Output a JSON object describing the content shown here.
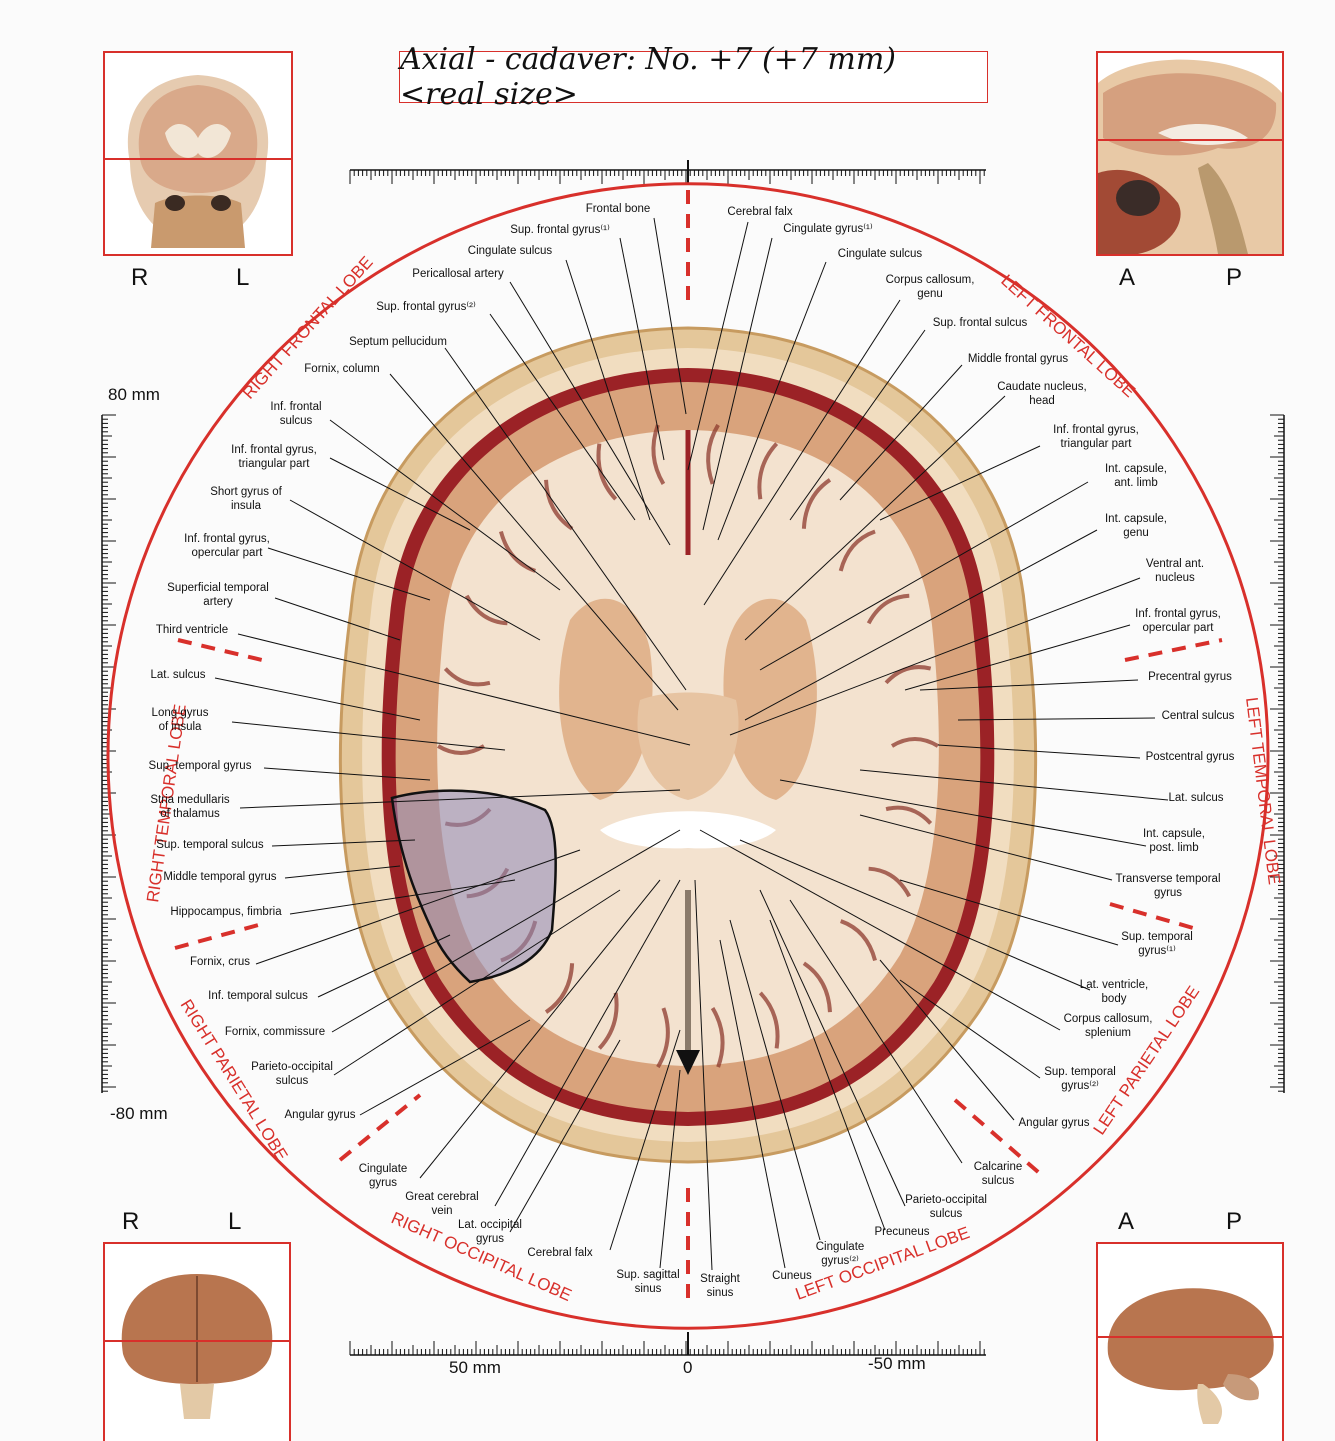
{
  "title": "Axial - cadaver: No. +7 (+7 mm) <real size>",
  "orientation": {
    "top_left": [
      "R",
      "L"
    ],
    "top_right": [
      "A",
      "P"
    ],
    "bottom_left": [
      "R",
      "L"
    ],
    "bottom_right": [
      "A",
      "P"
    ]
  },
  "scale": {
    "vertical_top": "80 mm",
    "vertical_bottom": "-80 mm",
    "horizontal": [
      "50 mm",
      "0",
      "-50 mm"
    ]
  },
  "lobes": {
    "right_frontal": "RIGHT FRONTAL LOBE",
    "left_frontal": "LEFT FRONTAL LOBE",
    "right_temporal": "RIGHT TEMPORAL LOBE",
    "left_temporal": "LEFT TEMPORAL LOBE",
    "right_parietal": "RIGHT PARIETAL LOBE",
    "left_parietal": "LEFT PARIETAL LOBE",
    "right_occipital": "RIGHT OCCIPITAL LOBE",
    "left_occipital": "LEFT OCCIPITAL LOBE"
  },
  "labels": {
    "frontal_bone": "Frontal bone",
    "cerebral_falx_top": "Cerebral falx",
    "sup_frontal_gyrus_1_r": "Sup. frontal gyrus⁽¹⁾",
    "cingulate_gyrus_1": "Cingulate gyrus⁽¹⁾",
    "cingulate_sulcus_r": "Cingulate sulcus",
    "cingulate_sulcus_l": "Cingulate sulcus",
    "pericallosal_artery": "Pericallosal artery",
    "corpus_callosum_genu": [
      "Corpus callosum,",
      "genu"
    ],
    "sup_frontal_gyrus_2": "Sup. frontal gyrus⁽²⁾",
    "sup_frontal_sulcus": "Sup. frontal sulcus",
    "septum_pellucidum": "Septum pellucidum",
    "middle_frontal_gyrus": "Middle frontal gyrus",
    "fornix_column": "Fornix, column",
    "caudate_nucleus_head": [
      "Caudate nucleus,",
      "head"
    ],
    "inf_frontal_sulcus": [
      "Inf. frontal",
      "sulcus"
    ],
    "inf_frontal_gyrus_tri_r": [
      "Inf. frontal gyrus,",
      "triangular part"
    ],
    "inf_frontal_gyrus_tri_l": [
      "Inf. frontal gyrus,",
      "triangular part"
    ],
    "short_gyrus_insula": [
      "Short gyrus of",
      "insula"
    ],
    "int_capsule_ant_limb": [
      "Int. capsule,",
      "ant. limb"
    ],
    "inf_frontal_gyrus_oper_r": [
      "Inf. frontal gyrus,",
      "opercular part"
    ],
    "int_capsule_genu": [
      "Int. capsule,",
      "genu"
    ],
    "superficial_temporal_artery": [
      "Superficial temporal",
      "artery"
    ],
    "ventral_ant_nucleus": [
      "Ventral ant.",
      "nucleus"
    ],
    "third_ventricle": "Third ventricle",
    "inf_frontal_gyrus_oper_l": [
      "Inf. frontal gyrus,",
      "opercular part"
    ],
    "lat_sulcus_r": "Lat. sulcus",
    "precentral_gyrus": "Precentral gyrus",
    "long_gyrus_insula": [
      "Long gyrus",
      "of insula"
    ],
    "central_sulcus": "Central sulcus",
    "sup_temporal_gyrus_r": "Sup. temporal gyrus",
    "postcentral_gyrus": "Postcentral gyrus",
    "stria_medullaris": [
      "Stria medullaris",
      "of thalamus"
    ],
    "lat_sulcus_l": "Lat. sulcus",
    "sup_temporal_sulcus": "Sup. temporal sulcus",
    "int_capsule_post_limb": [
      "Int. capsule,",
      "post. limb"
    ],
    "middle_temporal_gyrus": "Middle temporal gyrus",
    "transverse_temporal_gyrus": [
      "Transverse temporal",
      "gyrus"
    ],
    "hippocampus_fimbria": "Hippocampus, fimbria",
    "sup_temporal_gyrus_1_l": [
      "Sup. temporal",
      "gyrus⁽¹⁾"
    ],
    "fornix_crus": "Fornix, crus",
    "lat_ventricle_body": [
      "Lat. ventricle,",
      "body"
    ],
    "inf_temporal_sulcus": "Inf. temporal sulcus",
    "corpus_callosum_splenium": [
      "Corpus callosum,",
      "splenium"
    ],
    "fornix_commissure": "Fornix, commissure",
    "sup_temporal_gyrus_2_l": [
      "Sup. temporal",
      "gyrus⁽²⁾"
    ],
    "parieto_occipital_sulcus_r": [
      "Parieto-occipital",
      "sulcus"
    ],
    "angular_gyrus_r": "Angular gyrus",
    "angular_gyrus_l": "Angular gyrus",
    "calcarine_sulcus": [
      "Calcarine",
      "sulcus"
    ],
    "cingulate_gyrus_r": [
      "Cingulate",
      "gyrus"
    ],
    "great_cerebral_vein": [
      "Great cerebral",
      "vein"
    ],
    "parieto_occipital_sulcus_l": [
      "Parieto-occipital",
      "sulcus"
    ],
    "lat_occipital_gyrus": [
      "Lat. occipital",
      "gyrus"
    ],
    "precuneus": "Precuneus",
    "cerebral_falx_bottom": "Cerebral falx",
    "cingulate_gyrus_2": [
      "Cingulate",
      "gyrus⁽²⁾"
    ],
    "sup_sagittal_sinus": [
      "Sup. sagittal",
      "sinus"
    ],
    "straight_sinus": [
      "Straight",
      "sinus"
    ],
    "cuneus": "Cuneus"
  },
  "colors": {
    "accent_red": "#d8302b",
    "tissue_white": "#f3e2cf",
    "tissue_grey": "#d9a37c",
    "blood": "#8e1a1c",
    "overlay": "#8e88b8"
  }
}
